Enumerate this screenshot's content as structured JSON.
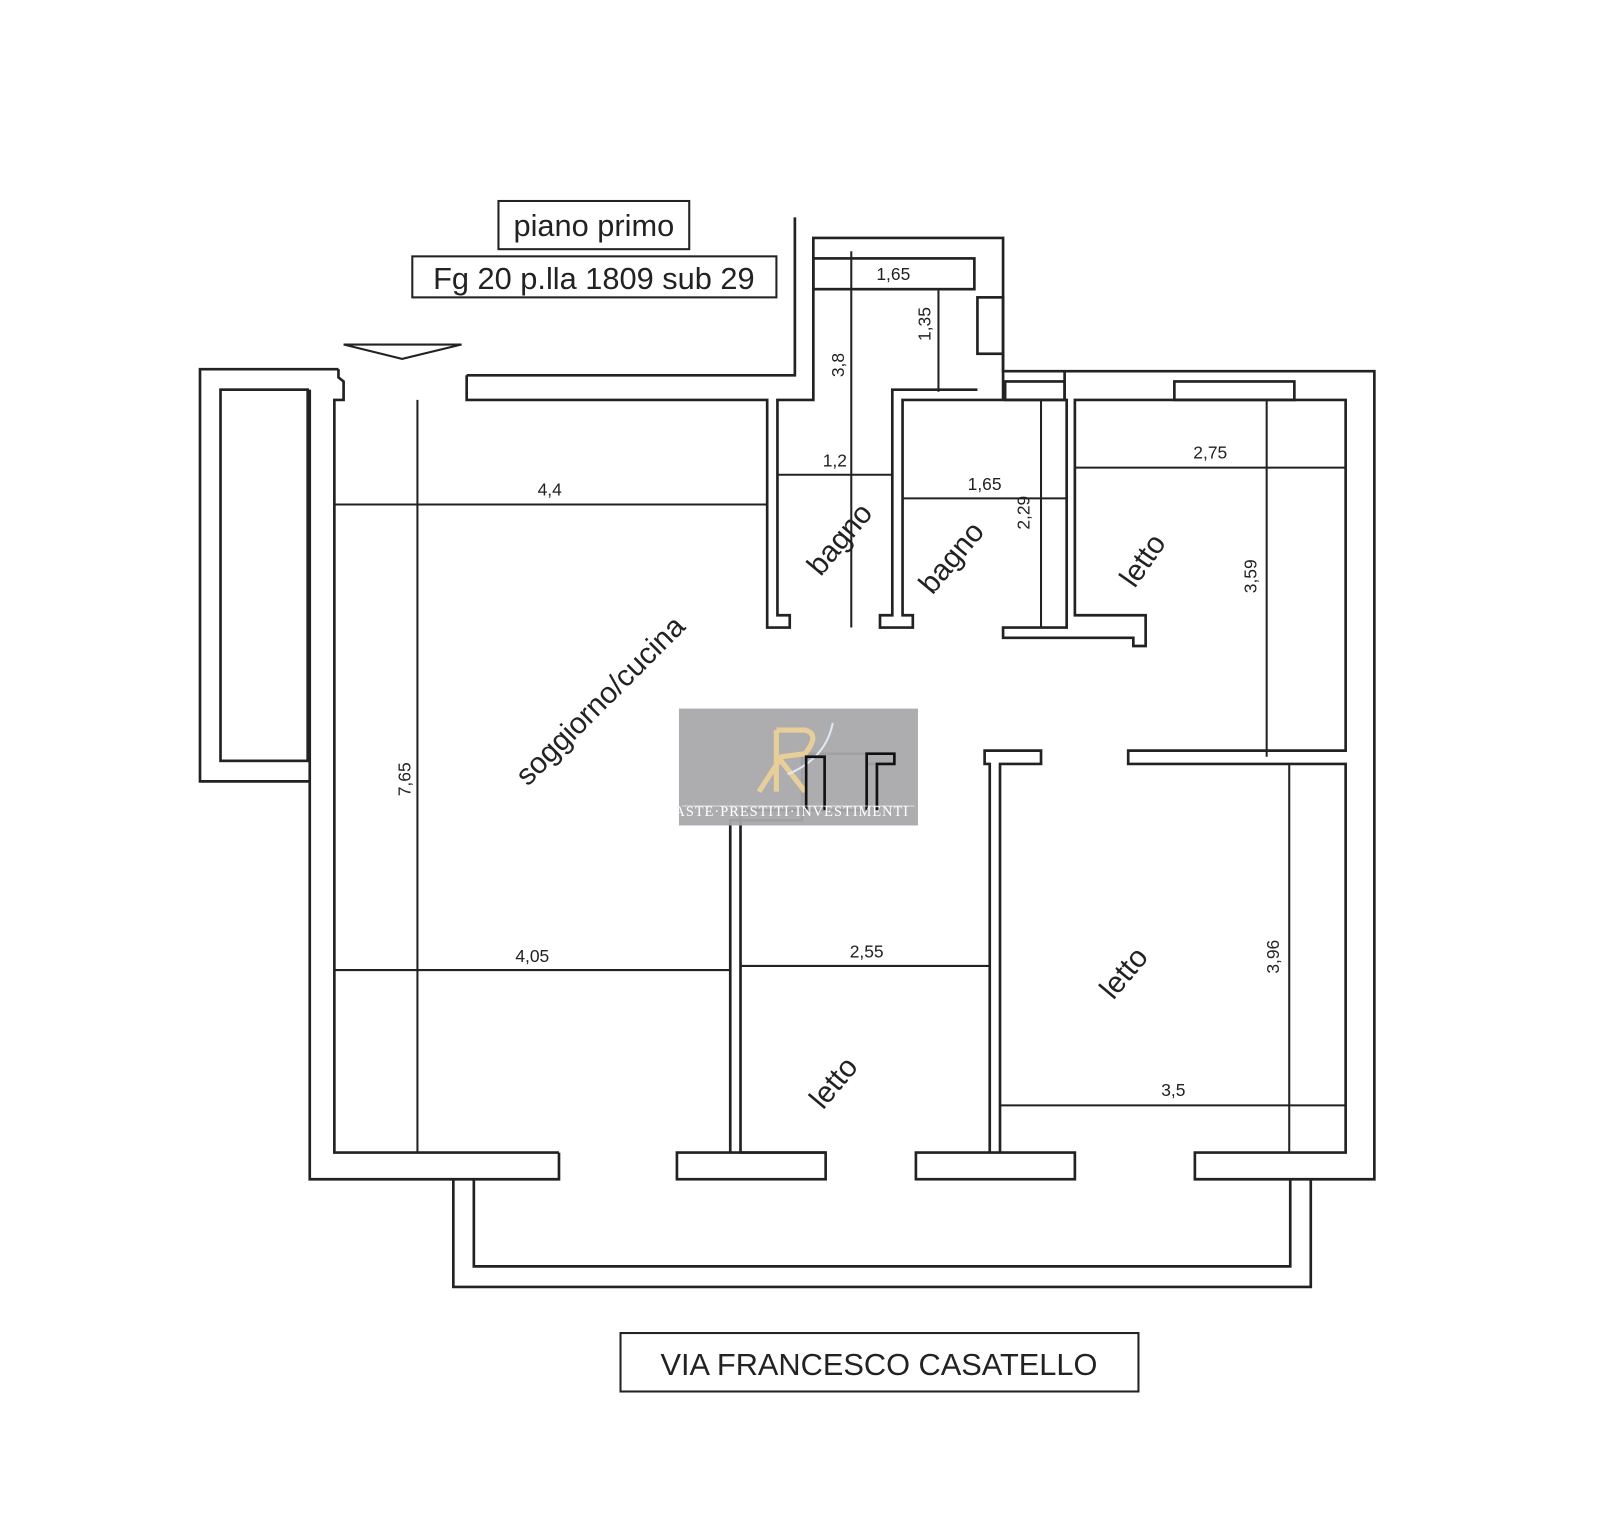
{
  "header": {
    "floor_label": "piano primo",
    "cadastral_label": "Fg 20 p.lla 1809 sub 29"
  },
  "street_label": "VIA FRANCESCO CASATELLO",
  "rooms": {
    "living_kitchen": "soggiorno/cucina",
    "bathroom_1": "bagno",
    "bathroom_2": "bagno",
    "bedroom_top_right": "letto",
    "bedroom_bottom_right": "letto",
    "bedroom_bottom_center": "letto"
  },
  "dimensions": {
    "living_width_top": "4,4",
    "living_depth": "7,65",
    "living_width_bottom": "4,05",
    "corridor_top_width": "1,65",
    "corridor_side": "1,35",
    "bath1_depth": "3,8",
    "bath1_width": "1,2",
    "bath2_width": "1,65",
    "bath2_depth": "2,29",
    "bed_tr_width": "2,75",
    "bed_tr_depth": "3,59",
    "bed_center_width": "2,55",
    "bed_br_depth": "3,96",
    "bed_br_width": "3,5"
  },
  "watermark": {
    "logo_text": "Ri",
    "caption": "ASTE·PRESTITI·INVESTIMENTI"
  },
  "colors": {
    "line": "#222222",
    "watermark_bg": "#a9a9ab",
    "logo_gold": "#e8cf9a"
  }
}
